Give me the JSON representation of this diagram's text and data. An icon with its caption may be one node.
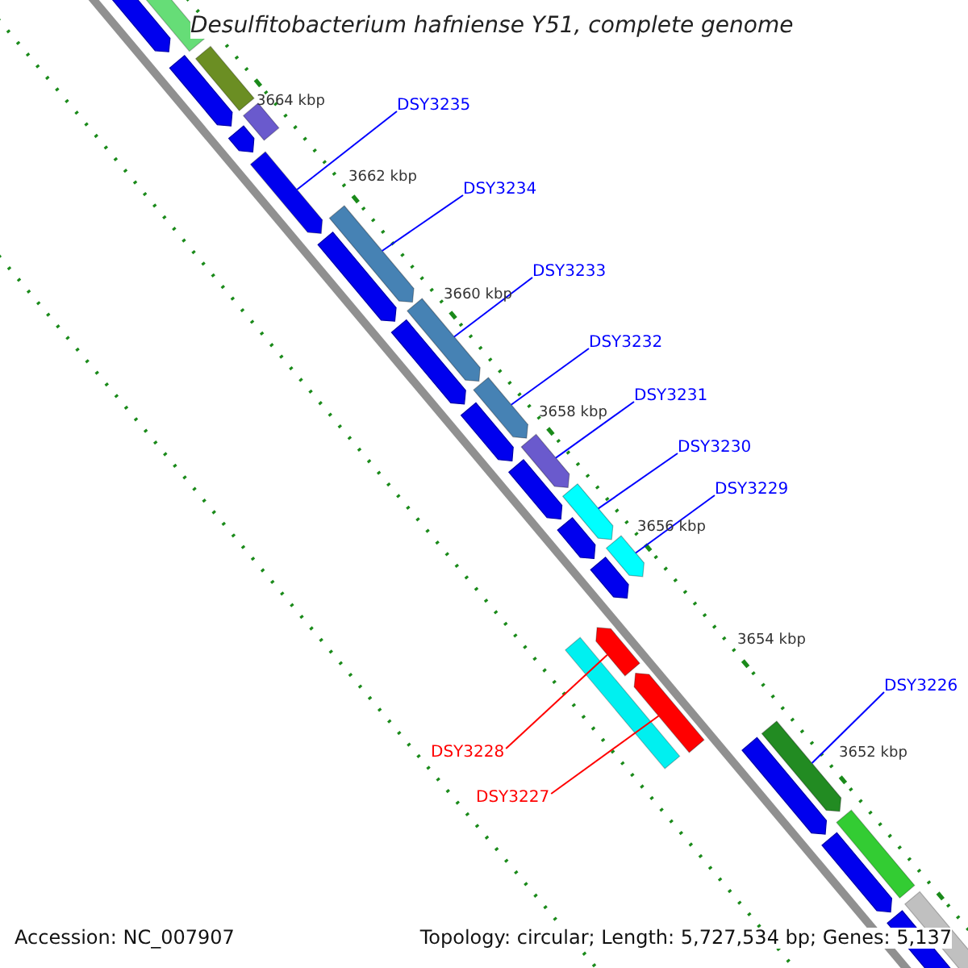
{
  "diagram": {
    "title": "Desulfitobacterium hafniense Y51, complete genome",
    "nodes": [
      {
        "text": [
          "DSY3235"
        ]
      },
      {
        "text": [
          "DSY3234"
        ]
      },
      {
        "text": [
          "DSY3233"
        ]
      },
      {
        "text": [
          "DSY3232"
        ]
      },
      {
        "text": [
          "DSY3231"
        ]
      },
      {
        "text": [
          "DSY3230"
        ]
      },
      {
        "text": [
          "DSY3229"
        ]
      },
      {
        "text": [
          "DSY3228"
        ]
      },
      {
        "text": [
          "DSY3227"
        ]
      },
      {
        "text": [
          "DSY3226"
        ]
      },
      {
        "text": [],
        "shape": "arrow"
      },
      {
        "text": [],
        "shape": "arrow"
      },
      {
        "text": [],
        "shape": "arrow"
      },
      {
        "text": [],
        "shape": "arrow"
      },
      {
        "text": [],
        "shape": "arrow"
      },
      {
        "text": [],
        "shape": "arrow"
      },
      {
        "text": [],
        "shape": "arrow"
      },
      {
        "text": [],
        "shape": "arrow"
      },
      {
        "text": [],
        "shape": "arrow"
      },
      {
        "text": [],
        "shape": "arrow"
      }
    ],
    "edges": [
      {
        "from": 0,
        "to": 10,
        "arrow": "none"
      },
      {
        "from": 1,
        "to": 11,
        "arrow": "none"
      },
      {
        "from": 2,
        "to": 12,
        "arrow": "none"
      },
      {
        "from": 3,
        "to": 13,
        "arrow": "none"
      },
      {
        "from": 4,
        "to": 14,
        "arrow": "none"
      },
      {
        "from": 5,
        "to": 15,
        "arrow": "none"
      },
      {
        "from": 6,
        "to": 16,
        "arrow": "none"
      },
      {
        "from": 7,
        "to": 17,
        "arrow": "none",
        "color": "#ff0000"
      },
      {
        "from": 8,
        "to": 18,
        "arrow": "none",
        "color": "#ff0000"
      },
      {
        "from": 9,
        "to": 19,
        "arrow": "none"
      }
    ],
    "labels": [
      "3664 kbp",
      "3662 kbp",
      "3660 kbp",
      "3658 kbp",
      "3656 kbp",
      "3654 kbp",
      "3652 kbp",
      "Accession: NC_007907",
      "Topology: circular; Length: 5,727,534 bp; Genes: 5,137"
    ]
  }
}
